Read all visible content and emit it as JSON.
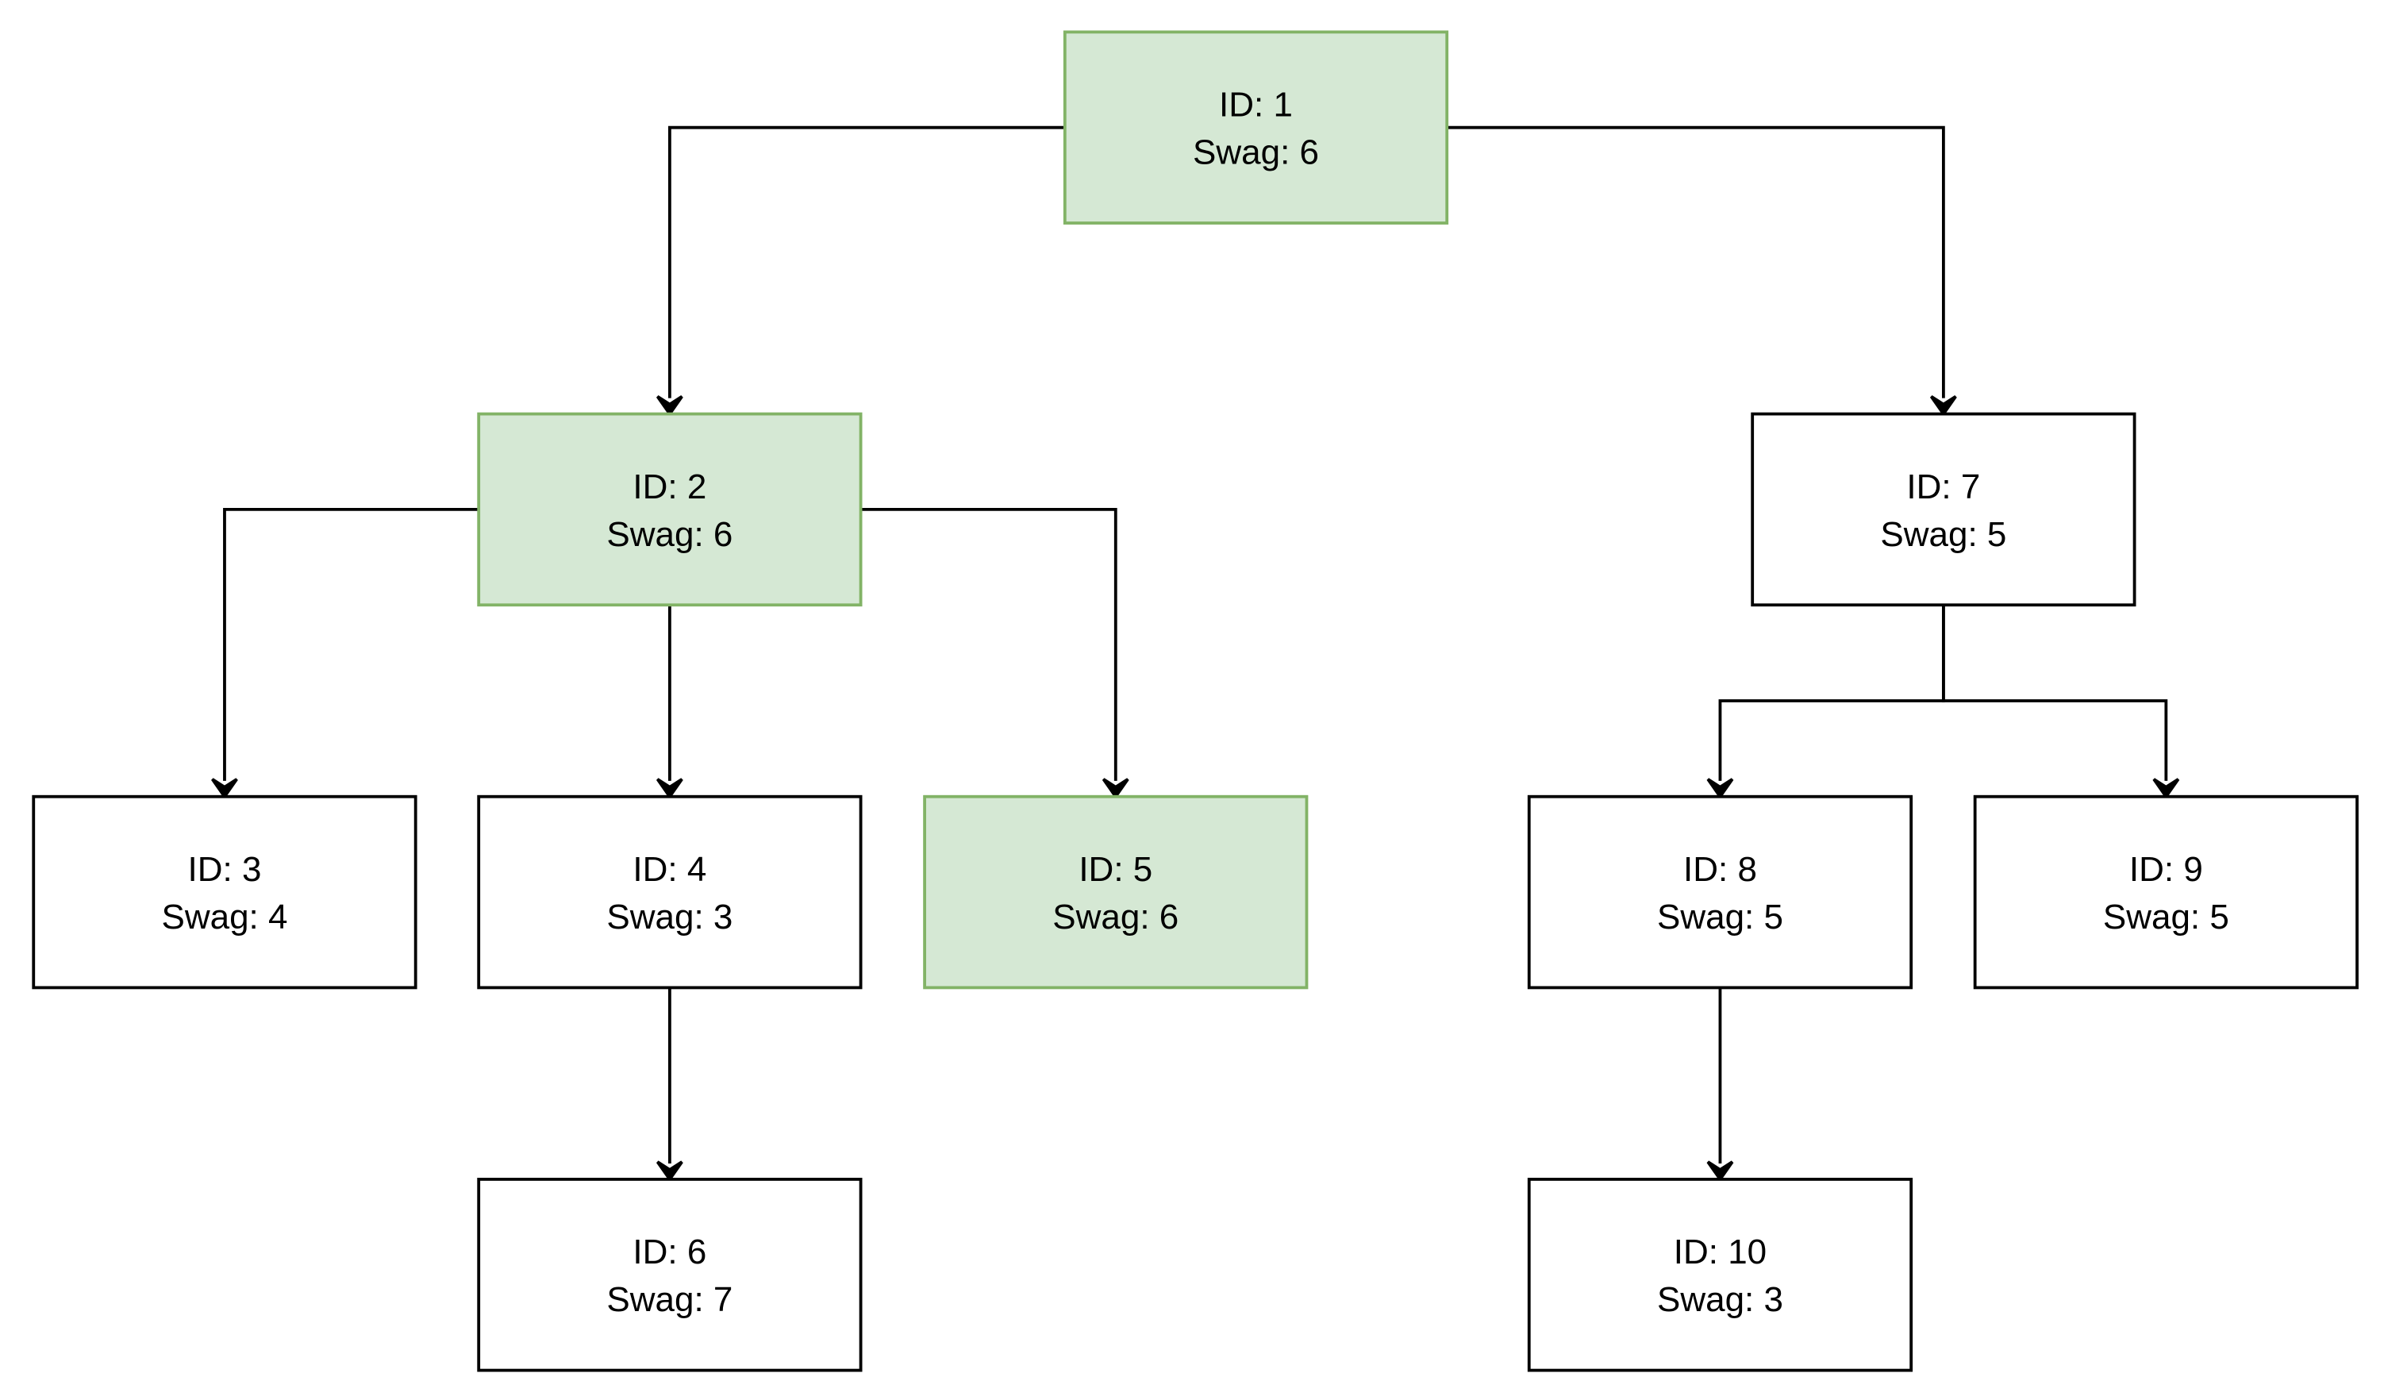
{
  "colors": {
    "background": "#ffffff",
    "highlight_fill": "#d5e8d4",
    "highlight_stroke": "#82b366",
    "default_fill": "#ffffff",
    "default_stroke": "#000000",
    "edge": "#000000"
  },
  "nodes": [
    {
      "key": "n1",
      "id_label": "ID: 1",
      "swag_label": "Swag: 6",
      "highlighted": true
    },
    {
      "key": "n2",
      "id_label": "ID: 2",
      "swag_label": "Swag: 6",
      "highlighted": true
    },
    {
      "key": "n3",
      "id_label": "ID: 3",
      "swag_label": "Swag: 4",
      "highlighted": false
    },
    {
      "key": "n4",
      "id_label": "ID: 4",
      "swag_label": "Swag: 3",
      "highlighted": false
    },
    {
      "key": "n5",
      "id_label": "ID: 5",
      "swag_label": "Swag: 6",
      "highlighted": true
    },
    {
      "key": "n6",
      "id_label": "ID: 6",
      "swag_label": "Swag: 7",
      "highlighted": false
    },
    {
      "key": "n7",
      "id_label": "ID: 7",
      "swag_label": "Swag: 5",
      "highlighted": false
    },
    {
      "key": "n8",
      "id_label": "ID: 8",
      "swag_label": "Swag: 5",
      "highlighted": false
    },
    {
      "key": "n9",
      "id_label": "ID: 9",
      "swag_label": "Swag: 5",
      "highlighted": false
    },
    {
      "key": "n10",
      "id_label": "ID: 10",
      "swag_label": "Swag: 3",
      "highlighted": false
    }
  ],
  "edges": [
    {
      "from": "n1",
      "to": "n2"
    },
    {
      "from": "n1",
      "to": "n7"
    },
    {
      "from": "n2",
      "to": "n3"
    },
    {
      "from": "n2",
      "to": "n4"
    },
    {
      "from": "n2",
      "to": "n5"
    },
    {
      "from": "n4",
      "to": "n6"
    },
    {
      "from": "n7",
      "to": "n8"
    },
    {
      "from": "n7",
      "to": "n9"
    },
    {
      "from": "n8",
      "to": "n10"
    }
  ]
}
